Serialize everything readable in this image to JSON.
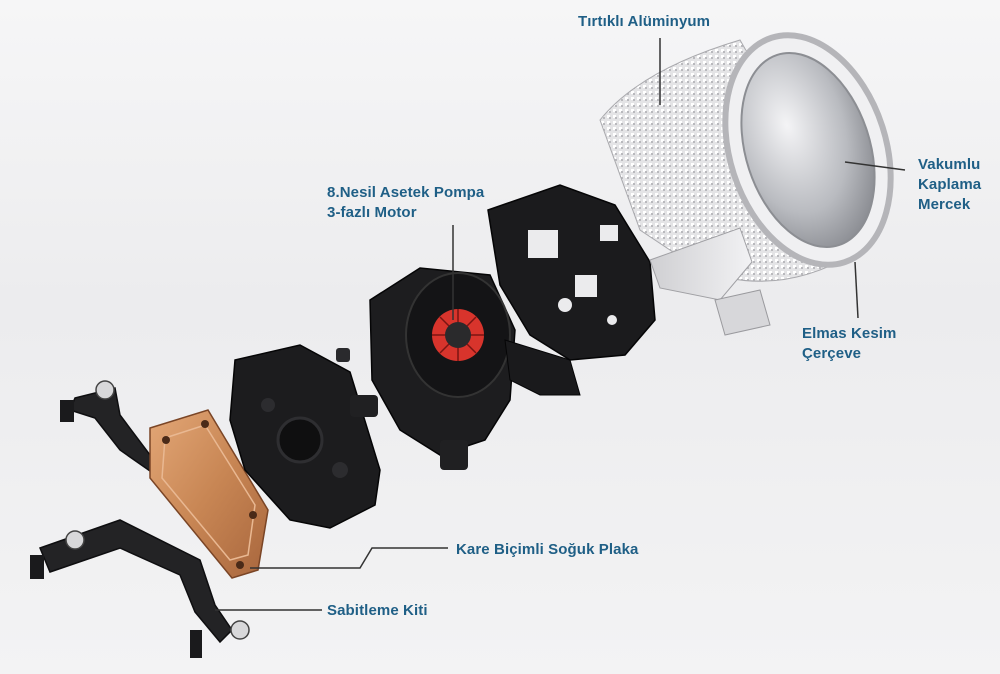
{
  "labels": {
    "knurled_aluminum": "Tırtıklı Alüminyum",
    "pump_line1": "8.Nesil Asetek Pompa",
    "pump_line2": "3-fazlı Motor",
    "lens_line1": "Vakumlu",
    "lens_line2": "Kaplama",
    "lens_line3": "Mercek",
    "bezel_line1": "Elmas Kesim",
    "bezel_line2": "Çerçeve",
    "cold_plate": "Kare Biçimli Soğuk Plaka",
    "mounting_kit": "Sabitleme Kiti"
  },
  "colors": {
    "label_text": "#1f5f86",
    "leader_line": "#333333",
    "copper": "#c98a5a",
    "plastic": "#1c1c1e",
    "aluminum": "#dcdcde",
    "motor_red": "#d8342c"
  }
}
